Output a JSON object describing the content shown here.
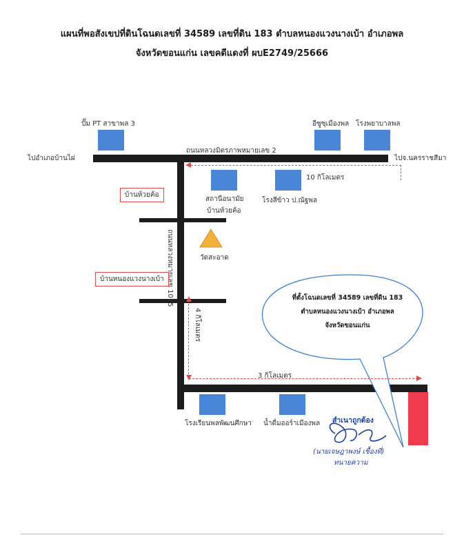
{
  "title": {
    "line1": "แผนที่พอสังเขปที่ดินโฉนดเลขที่ 34589 เลขที่ดิน 183  ตำบลหนองแวงนางเบ้า อำเภอพล",
    "line2": "จังหวัดขอนแก่น  เลขคดีแดงที่ ผบE2749/25666"
  },
  "roads": {
    "main": "ถนนหลวงมิตรภาพหมายเลข 2",
    "vertical": "ถนนหลวงหมายเลข 1075",
    "to_left": "ไปอำเภอบ้านไผ่",
    "to_right": "ไปจ.นครราชสีมา"
  },
  "landmarks": {
    "pt_station": "ปั๊ม PT สาขาพล 3",
    "isuzu": "อีซูซุเมืองพล",
    "hospital": "โรงพยาบาลพล",
    "health_center": "สถานีอนามัย",
    "health_center_sub": "บ้านห้วยค้อ",
    "rice_mill": "โรงสีข้าว ป.ณัฐพล",
    "temple": "วัดสะอาด",
    "school": "โรงเรียนพลพัฒนศึกษา",
    "water_plant": "น้ำดื่มออร์าเมืองพล"
  },
  "villages": {
    "huai_kho": "บ้านห้วยค้อ",
    "nong_waeng": "บ้านหนองแวงนางเบ้า"
  },
  "distances": {
    "d10": "10 กิโลเมตร",
    "d4": "4 กิโลเมตร",
    "d3": "3 กิโลเมตร"
  },
  "bubble": {
    "line1": "ที่ตั้งโฉนดเลขที่ 34589 เลขที่ดิน 183",
    "line2": "ตำบลหนองแวงนางเบ้า อำเภอพล",
    "line3": "จังหวัดขอนแก่น"
  },
  "certification": {
    "heading": "สำเนาถูกต้อง",
    "name": "(นายเจษฎาพงษ์  เชื้องที่)",
    "role": "ทนายความ"
  },
  "colors": {
    "building": "#4a86d8",
    "parcel": "#ee3b4e",
    "road": "#1c1c1c",
    "dashed": "#e24b4b",
    "temple": "#f2b23a",
    "ink": "#1c3fa8"
  }
}
